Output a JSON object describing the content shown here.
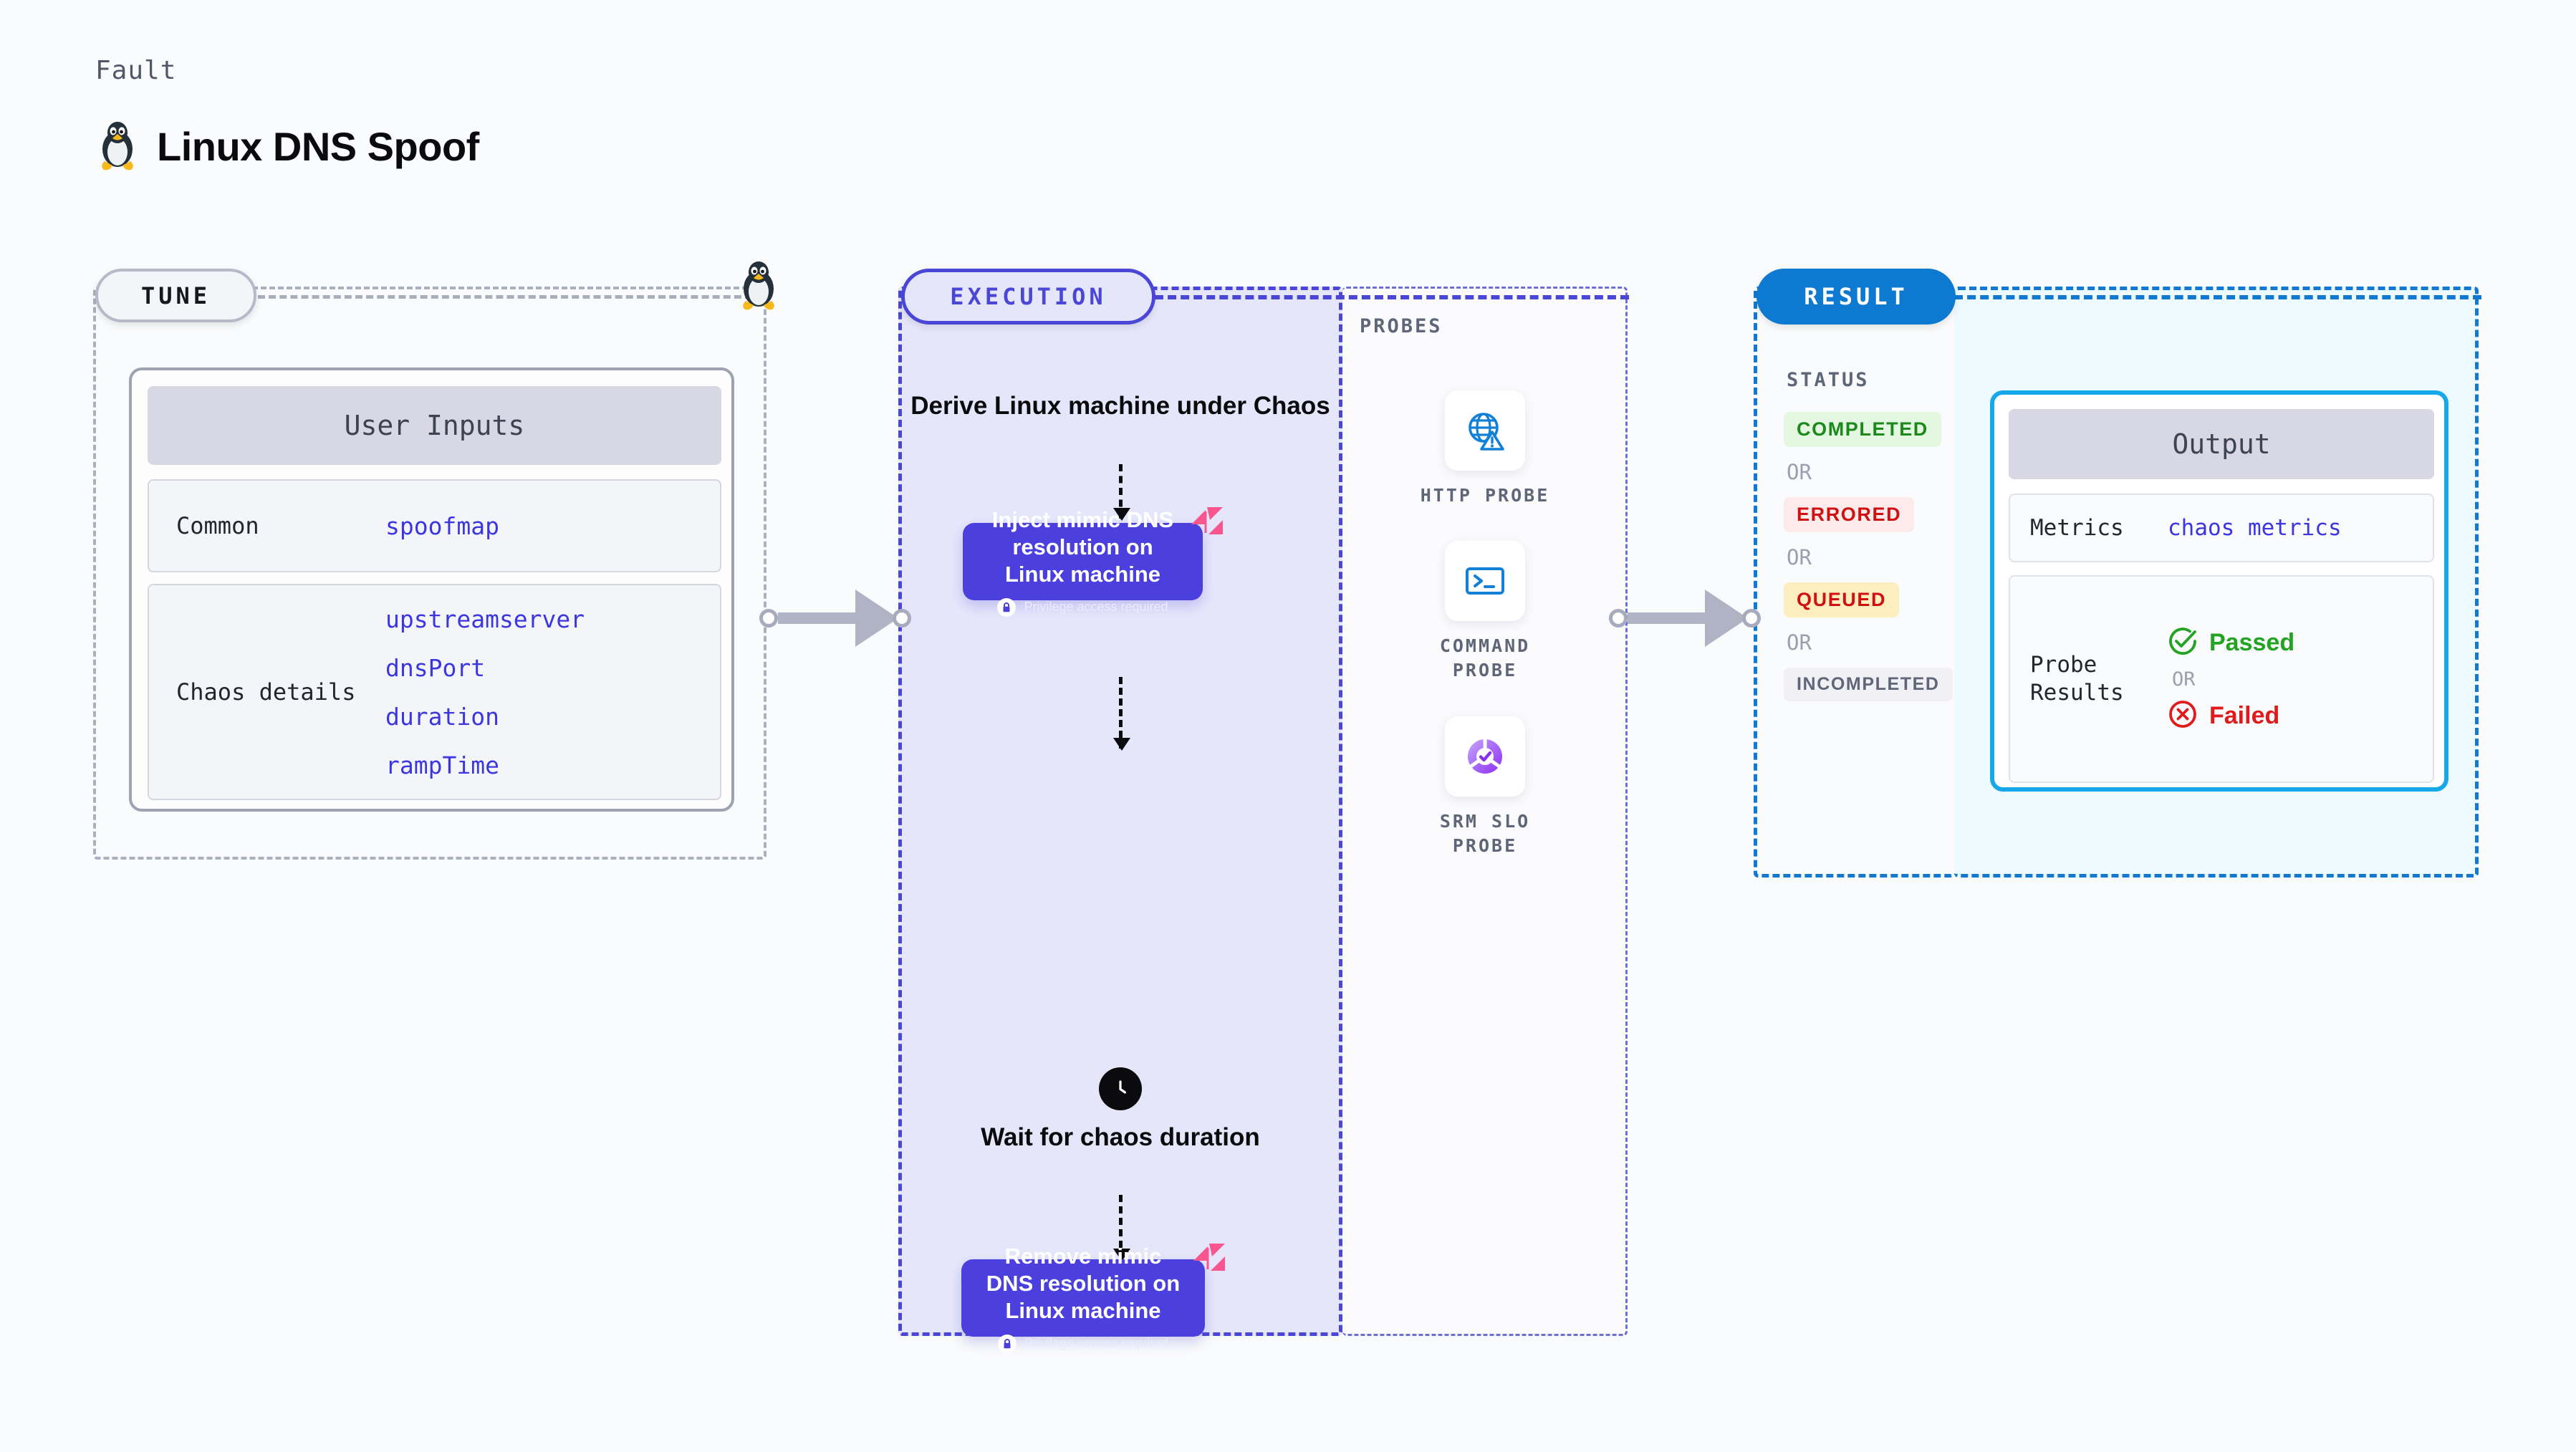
{
  "header": {
    "kicker": "Fault",
    "title": "Linux DNS Spoof",
    "icon": "linux-tux-icon"
  },
  "stages": {
    "tune": {
      "badge": "TUNE"
    },
    "execution": {
      "badge": "EXECUTION"
    },
    "probes": {
      "label": "PROBES"
    },
    "result": {
      "badge": "RESULT"
    }
  },
  "tune": {
    "card_title": "User Inputs",
    "rows": [
      {
        "key": "Common",
        "values": [
          "spoofmap"
        ]
      },
      {
        "key": "Chaos details",
        "values": [
          "upstreamserver",
          "dnsPort",
          "duration",
          "rampTime"
        ]
      }
    ]
  },
  "execution": {
    "flow_title": "Derive Linux machine under Chaos",
    "step_inject": {
      "title": "Inject mimic DNS resolution on Linux machine",
      "note": "Privilege access required",
      "note_icon": "lock-icon",
      "badge_icon": "chaos-flag-icon"
    },
    "wait": {
      "icon": "clock-icon",
      "label": "Wait for chaos duration"
    },
    "step_remove": {
      "title": "Remove mimic DNS resolution on Linux machine",
      "note": "Privilege access required",
      "note_icon": "lock-icon",
      "badge_icon": "chaos-flag-icon"
    }
  },
  "probes": [
    {
      "name": "HTTP PROBE",
      "icon": "globe-warning-icon"
    },
    {
      "name": "COMMAND PROBE",
      "icon": "terminal-icon"
    },
    {
      "name": "SRM SLO PROBE",
      "icon": "slo-gauge-icon"
    }
  ],
  "result": {
    "status_label": "STATUS",
    "or_text": "OR",
    "statuses": [
      {
        "label": "COMPLETED",
        "color": "#1b8a1b",
        "bg": "#e4f7e0"
      },
      {
        "label": "ERRORED",
        "color": "#cf1111",
        "bg": "#fdeaea"
      },
      {
        "label": "QUEUED",
        "color": "#cf1111",
        "bg": "#fdeebf"
      },
      {
        "label": "INCOMPLETED",
        "color": "#5e6678",
        "bg": "#f0f0f5"
      }
    ]
  },
  "output": {
    "card_title": "Output",
    "metrics_key": "Metrics",
    "metrics_value": "chaos metrics",
    "probe_results_key": "Probe Results",
    "or_text": "OR",
    "passed": {
      "label": "Passed",
      "icon": "check-circle-icon",
      "color": "#22a321"
    },
    "failed": {
      "label": "Failed",
      "icon": "x-circle-icon",
      "color": "#e01b1b"
    }
  },
  "colors": {
    "tune_border": "#aab0bd",
    "execution_border": "#4b47d6",
    "execution_fill": "#e6e6fb",
    "result_border": "#1379d0",
    "output_fill": "#edfaff",
    "output_border": "#16a8e8",
    "step_fill": "#4b40dd",
    "accent_value": "#3b36e0",
    "chaos_pink": "#f9558e"
  }
}
